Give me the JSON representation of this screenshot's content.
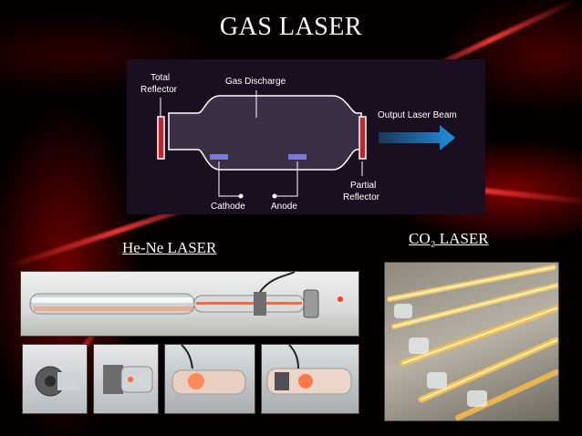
{
  "title": "GAS LASER",
  "diagram": {
    "total_reflector": [
      "Total",
      "Reflector"
    ],
    "gas_discharge": "Gas Discharge",
    "output_beam": "Output Laser Beam",
    "partial_reflector": [
      "Partial",
      "Reflector"
    ],
    "cathode": "Cathode",
    "anode": "Anode"
  },
  "labels": {
    "hene": "He-Ne LASER",
    "co2": "CO₂  LASER"
  },
  "colors": {
    "reflector": "#c0262b",
    "electrode": "#7878d8",
    "beam": "#1e8fe0",
    "diagram_bg": "#1a0f20"
  }
}
